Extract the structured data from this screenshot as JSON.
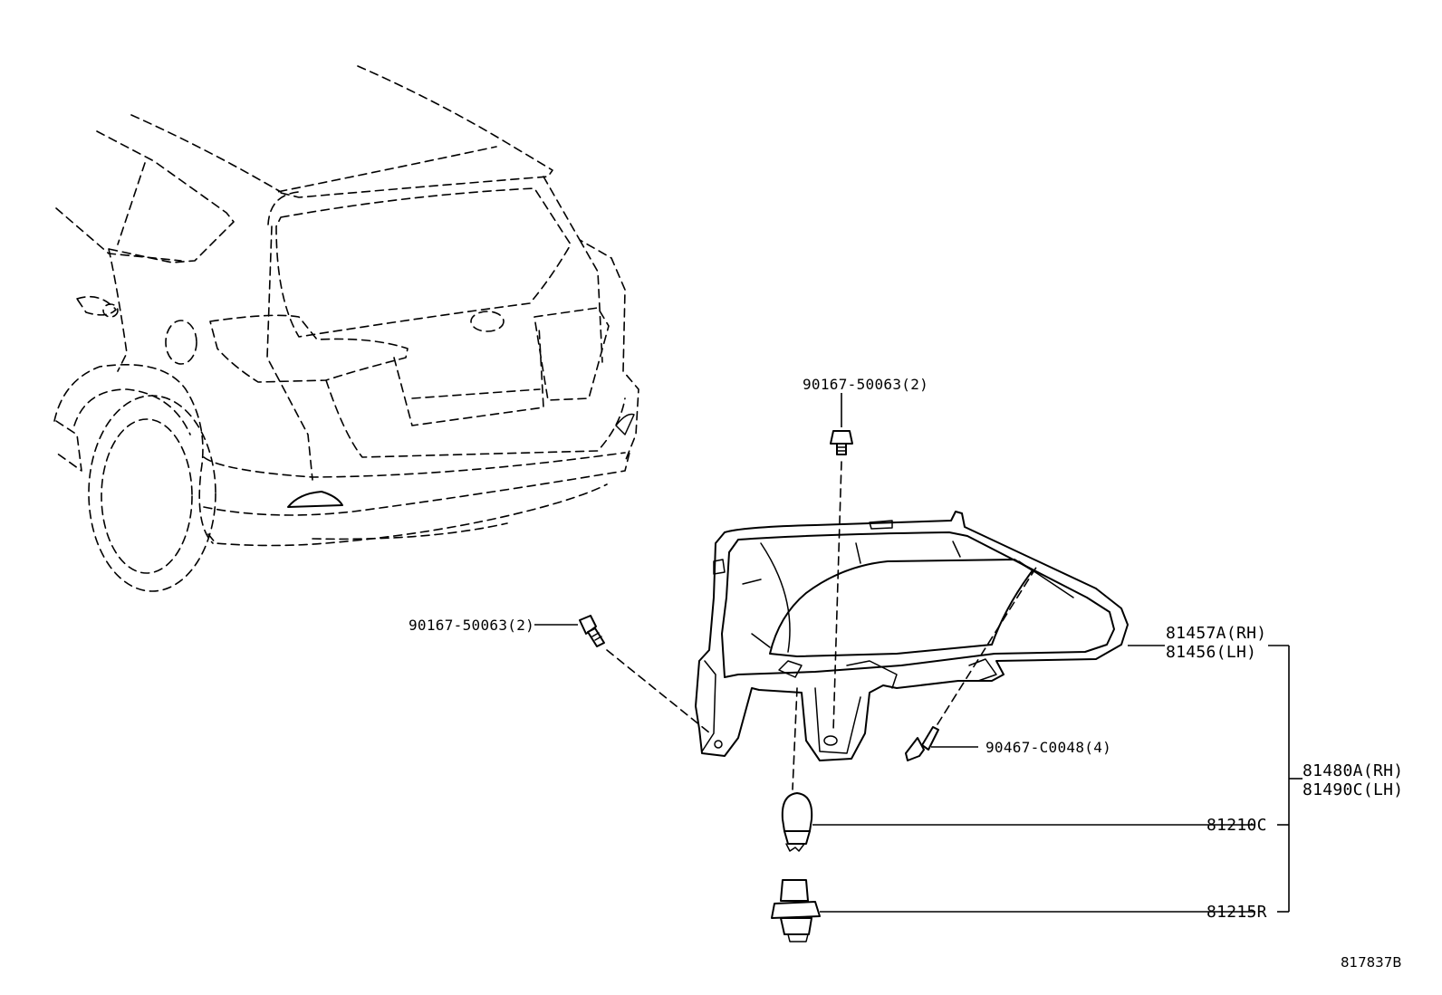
{
  "callouts": {
    "bolt_top": "90167-50063(2)",
    "bolt_left": "90167-50063(2)",
    "clip": "90467-C0048(4)",
    "reflector_rh": "81457A(RH)",
    "reflector_lh": "81456(LH)",
    "assy_rh": "81480A(RH)",
    "assy_lh": "81490C(LH)",
    "bulb": "81210C",
    "socket": "81215R"
  },
  "reference": "817837B"
}
